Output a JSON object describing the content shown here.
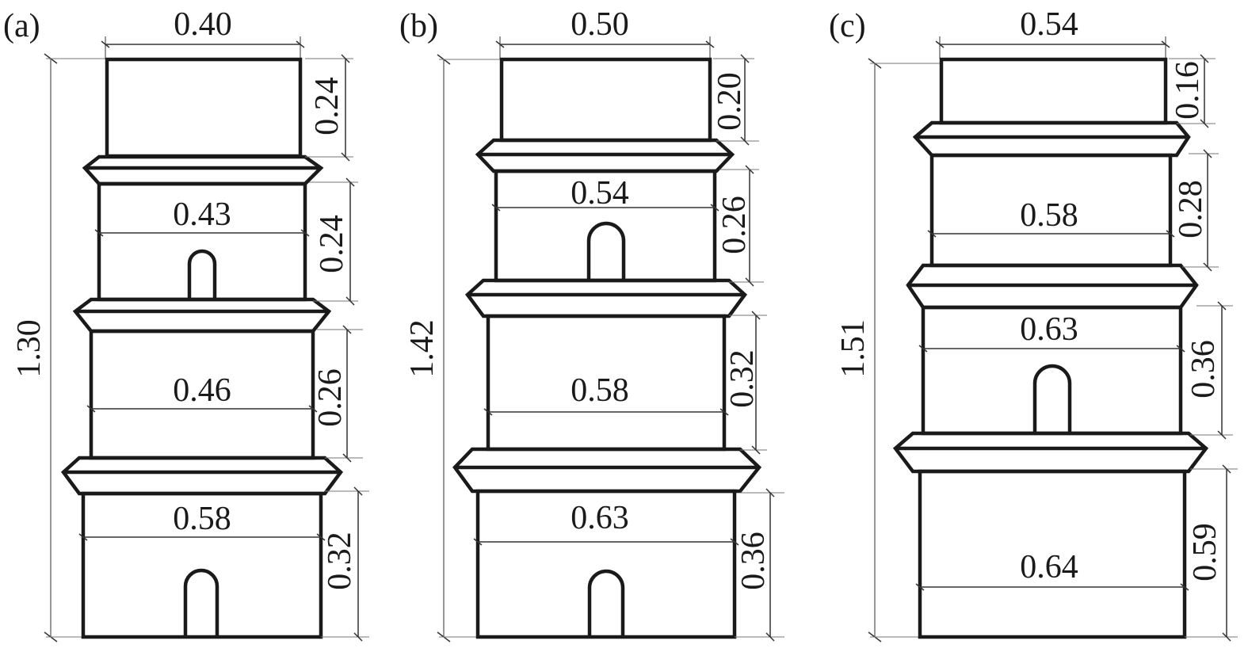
{
  "panels": [
    {
      "label": "(a)",
      "total_height": "1.30",
      "top_width": "0.40",
      "widths": [
        "0.43",
        "0.46",
        "0.58"
      ],
      "heights": [
        "0.24",
        "0.24",
        "0.26",
        "0.32"
      ]
    },
    {
      "label": "(b)",
      "total_height": "1.42",
      "top_width": "0.50",
      "widths": [
        "0.54",
        "0.58",
        "0.63"
      ],
      "heights": [
        "0.20",
        "0.26",
        "0.32",
        "0.36"
      ]
    },
    {
      "label": "(c)",
      "total_height": "1.51",
      "top_width": "0.54",
      "widths": [
        "0.58",
        "0.63",
        "0.64"
      ],
      "heights": [
        "0.16",
        "0.28",
        "0.36",
        "0.59"
      ]
    }
  ],
  "colors": {
    "outline": "#1a1a1a",
    "dimension_line": "#333333",
    "total_line": "#777777"
  }
}
